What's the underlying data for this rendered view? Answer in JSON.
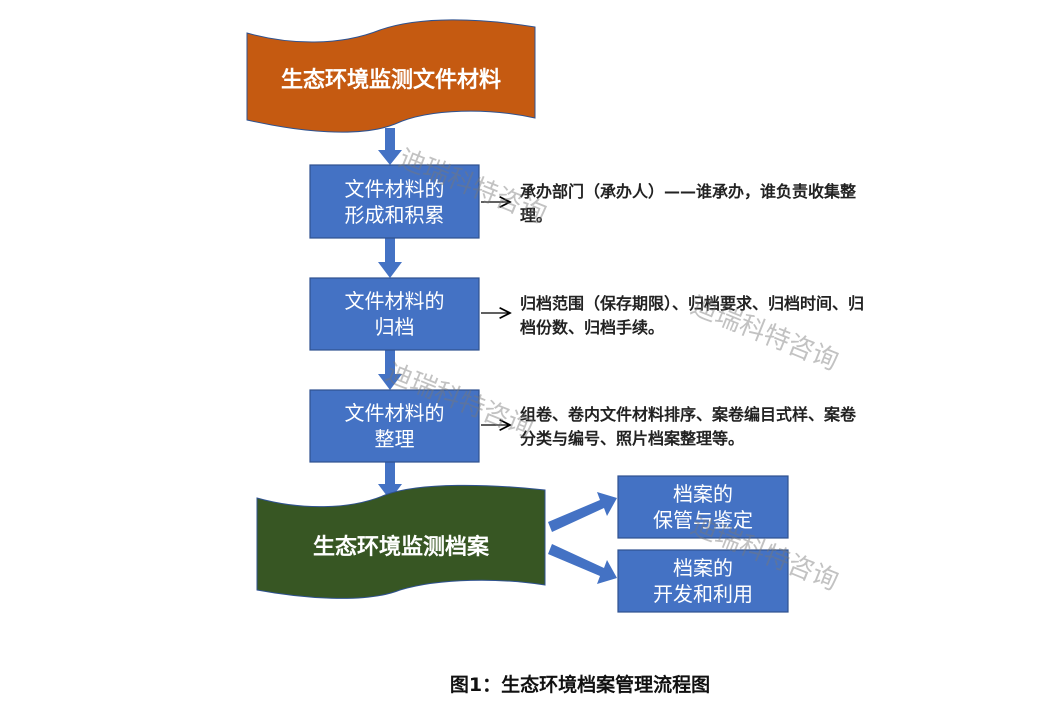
{
  "source_banner": "生态环境监测文件材料",
  "steps": [
    {
      "label_line1": "文件材料的",
      "label_line2": "形成和积累",
      "note": "承办部门（承办人）——谁承办，谁负责收集整理。"
    },
    {
      "label_line1": "文件材料的",
      "label_line2": "归档",
      "note": "归档范围（保存期限）、归档要求、归档时间、归档份数、归档手续。"
    },
    {
      "label_line1": "文件材料的",
      "label_line2": "整理",
      "note": "组卷、卷内文件材料排序、案卷编目式样、案卷分类与编号、照片档案整理等。"
    }
  ],
  "archive_banner": "生态环境监测档案",
  "outcomes": [
    {
      "line1": "档案的",
      "line2": "保管与鉴定"
    },
    {
      "line1": "档案的",
      "line2": "开发和利用"
    }
  ],
  "watermark": "迪瑞科特咨询",
  "caption": "图1：生态环境档案管理流程图",
  "colors": {
    "orange": "#C55A11",
    "blue": "#4472C4",
    "green": "#375623"
  }
}
